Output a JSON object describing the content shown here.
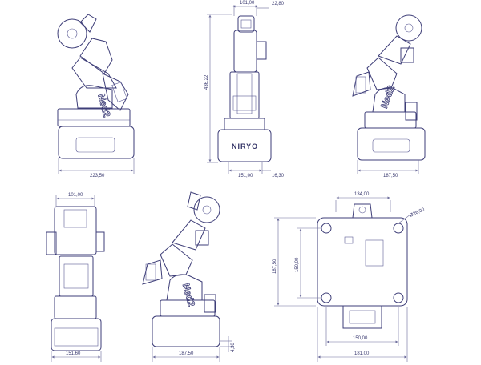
{
  "drawing": {
    "views": [
      {
        "name": "side-view-left",
        "dims": {
          "base_width": "223,50"
        },
        "logo": "Ned2"
      },
      {
        "name": "front-view",
        "dims": {
          "top_width": "101,00",
          "top_offset": "22,80",
          "height": "436,22",
          "base_width": "151,00",
          "base_offset": "16,30"
        },
        "logo": "NIRYO"
      },
      {
        "name": "side-view-right",
        "dims": {
          "base_width": "187,50"
        },
        "logo": "Ned2"
      },
      {
        "name": "back-view",
        "dims": {
          "top_width": "101,00",
          "base_width": "151,60"
        }
      },
      {
        "name": "perspective-view",
        "dims": {
          "base_width": "187,50",
          "base_height": "4,30"
        },
        "logo": "Ned2"
      },
      {
        "name": "bottom-view",
        "dims": {
          "top_width": "134,00",
          "hole_diameter": "Ø26,00",
          "outer_height": "187,50",
          "inner_height": "150,00",
          "inner_width": "150,00",
          "outer_width": "181,00"
        }
      }
    ]
  }
}
